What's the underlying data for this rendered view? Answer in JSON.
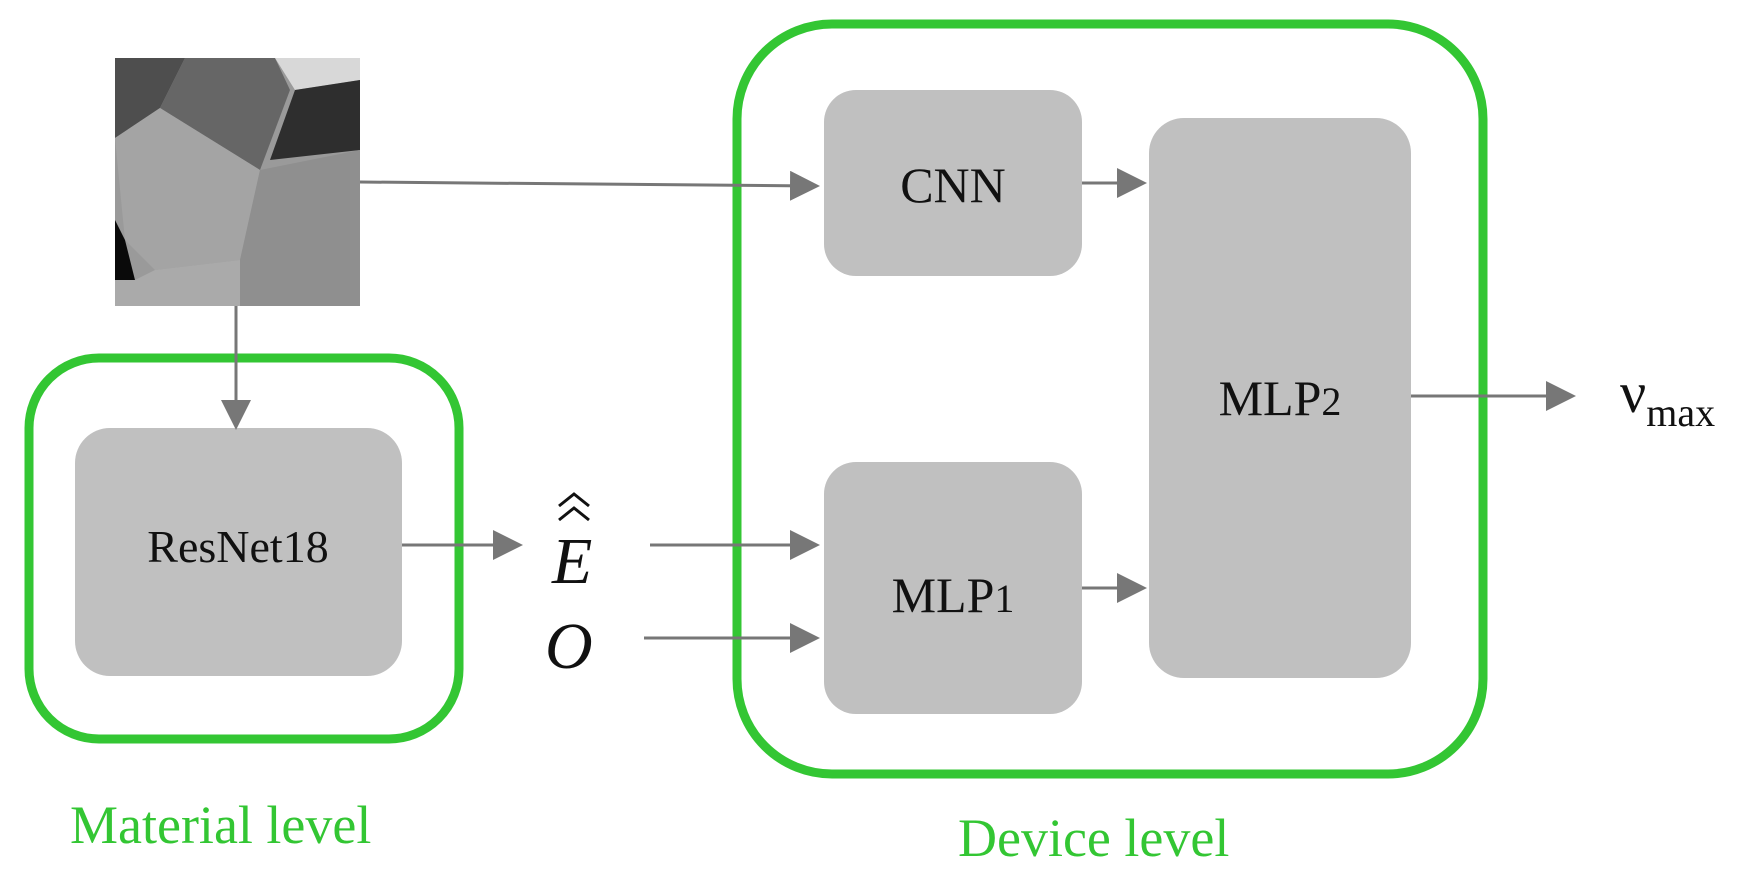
{
  "colors": {
    "group_border": "#33c633",
    "block_fill": "#c0c0c0",
    "arrow": "#777777",
    "text": "#111111",
    "group_label": "#33c633"
  },
  "blocks": {
    "cnn": "CNN",
    "mlp2": "MLP2",
    "mlp1": "MLP1",
    "resnet": "ResNet18"
  },
  "symbols": {
    "e_hat": "E",
    "o": "O",
    "nu": "ν",
    "nu_subscript": "max"
  },
  "groups": {
    "material": "Material level",
    "device": "Device level"
  },
  "input_image_icon": "microstructure-grain-image"
}
